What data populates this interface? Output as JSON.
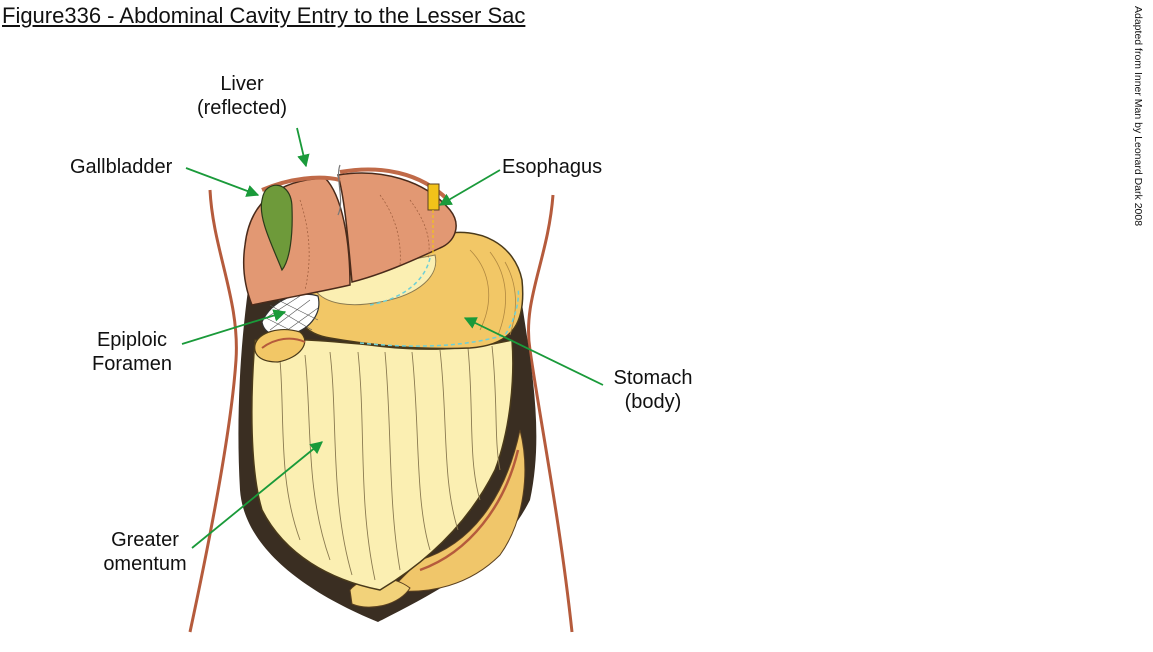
{
  "figure": {
    "title": "Figure336 - Abdominal Cavity Entry to the Lesser Sac",
    "credit": "Adapted from Inner Man by Leonard Dark 2008"
  },
  "labels": {
    "liver": {
      "line1": "Liver",
      "line2": "(reflected)"
    },
    "gallbladder": "Gallbladder",
    "esophagus": "Esophagus",
    "epiploic": {
      "line1": "Epiploic",
      "line2": "Foramen"
    },
    "stomach": {
      "line1": "Stomach",
      "line2": "(body)"
    },
    "omentum": {
      "line1": "Greater",
      "line2": "omentum"
    }
  },
  "colors": {
    "leader": "#1a9a3a",
    "body_wall": "#b55b3c",
    "liver": "#e29873",
    "gallbladder": "#6e9a3a",
    "stomach": "#f2c766",
    "omentum": "#fbefb2",
    "esophagus": "#f2c21a",
    "dashed_line": "#6ecfd6"
  }
}
